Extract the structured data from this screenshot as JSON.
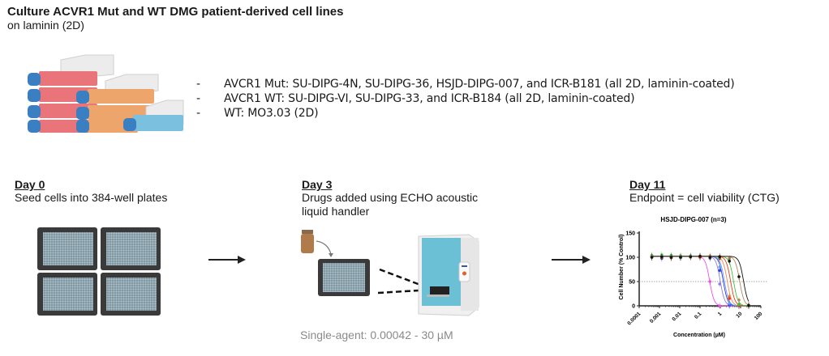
{
  "header": {
    "title": "Culture ACVR1 Mut and WT DMG patient-derived cell lines",
    "subtitle": "on laminin (2D)"
  },
  "cell_lines": [
    {
      "dash": "-",
      "text": "AVCR1 Mut: SU-DIPG-4N, SU-DIPG-36, HSJD-DIPG-007, and ICR-B181 (all 2D, laminin-coated)"
    },
    {
      "dash": "-",
      "text": "AVCR1 WT: SU-DIPG-VI, SU-DIPG-33, and ICR-B184 (all 2D, laminin-coated)"
    },
    {
      "dash": "-",
      "text": "WT: MO3.03 (2D)"
    }
  ],
  "flask_colors": {
    "mut": "#e9747a",
    "wt": "#eda56b",
    "wt2": "#7cc0e0",
    "cap": "#3a7fc2"
  },
  "steps": [
    {
      "day": "Day 0",
      "description": "Seed cells into 384-well plates",
      "icon": "well-plates-icon"
    },
    {
      "day": "Day 3",
      "description_lines": [
        "Drugs added using ECHO acoustic",
        "liquid handler"
      ],
      "icon": "echo-liquid-handler-icon",
      "note": "Single-agent: 0.00042 - 30 µM"
    },
    {
      "day": "Day 11",
      "description": "Endpoint = cell viability (CTG)",
      "icon": "dose-response-chart"
    }
  ],
  "chart_data": {
    "type": "line",
    "title": "HSJD-DIPG-007 (n=3)",
    "xlabel": "Concentration (µM)",
    "ylabel": "Cell Number (% Control)",
    "xscale": "log",
    "xlim": [
      0.0001,
      100
    ],
    "ylim": [
      0,
      150
    ],
    "xticks": [
      "0.0001",
      "0.001",
      "0.01",
      "0.1",
      "1",
      "10",
      "100"
    ],
    "yticks": [
      "0",
      "50",
      "100",
      "150"
    ],
    "reference_line": 50,
    "x": [
      0.00042,
      0.0013,
      0.0038,
      0.011,
      0.034,
      0.1,
      0.31,
      0.93,
      2.8,
      8.3,
      25
    ],
    "series": [
      {
        "name": "magenta",
        "color": "#f04fe8",
        "ic50": 0.3,
        "values": [
          102,
          101,
          103,
          100,
          102,
          100,
          50,
          0,
          0,
          0,
          0
        ]
      },
      {
        "name": "purple",
        "color": "#8a7be0",
        "ic50": 1.0,
        "values": [
          101,
          100,
          102,
          101,
          100,
          101,
          98,
          45,
          1,
          0,
          0
        ]
      },
      {
        "name": "blue",
        "color": "#2a3fd6",
        "ic50": 1.4,
        "values": [
          100,
          98,
          99,
          100,
          102,
          101,
          99,
          73,
          2,
          0,
          0
        ]
      },
      {
        "name": "light-blue",
        "color": "#6c9ff0",
        "ic50": 1.6,
        "values": [
          102,
          100,
          101,
          99,
          100,
          102,
          100,
          80,
          5,
          0,
          0
        ]
      },
      {
        "name": "orange",
        "color": "#f28a4a",
        "ic50": 2.2,
        "values": [
          103,
          102,
          101,
          102,
          100,
          101,
          103,
          100,
          20,
          2,
          0
        ]
      },
      {
        "name": "red",
        "color": "#e8371c",
        "ic50": 3.2,
        "values": [
          101,
          100,
          99,
          101,
          102,
          100,
          100,
          98,
          15,
          1,
          0
        ]
      },
      {
        "name": "green",
        "color": "#3cc23c",
        "ic50": 4.5,
        "values": [
          104,
          105,
          104,
          103,
          103,
          102,
          101,
          100,
          97,
          3,
          0
        ]
      },
      {
        "name": "brown",
        "color": "#b8875a",
        "ic50": 9,
        "values": [
          102,
          101,
          100,
          101,
          102,
          103,
          101,
          102,
          98,
          12,
          1
        ]
      },
      {
        "name": "black",
        "color": "#111111",
        "ic50": 14,
        "values": [
          100,
          101,
          100,
          100,
          101,
          102,
          100,
          101,
          92,
          60,
          1
        ]
      }
    ]
  },
  "arrows": [
    "arrow-day0-to-day3",
    "arrow-day3-to-day11"
  ]
}
